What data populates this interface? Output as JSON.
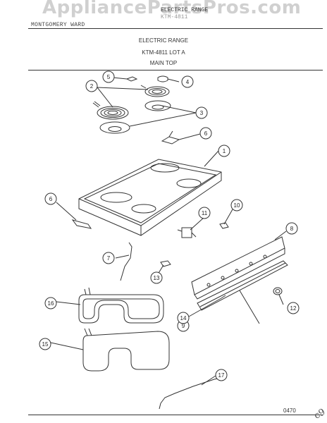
{
  "watermark": "AppliancePartsPros.com",
  "header": {
    "top_title_line1": "ELECTRIC RANGE",
    "top_title_line2": "KTM-4811",
    "company": "MONTGOMERY WARD"
  },
  "title": {
    "line1": "ELECTRIC RANGE",
    "line2": "KTM-4811 LOT A",
    "line3": "MAIN TOP"
  },
  "drawing_number": "0470",
  "corner_mark": "c9",
  "callouts": [
    {
      "label": "1",
      "part": "main-top"
    },
    {
      "label": "2",
      "part": "surface-element"
    },
    {
      "label": "3",
      "part": "drip-pan"
    },
    {
      "label": "4",
      "part": "element-receptacle"
    },
    {
      "label": "5",
      "part": "element-clip"
    },
    {
      "label": "6",
      "part": "top-hinge-clip"
    },
    {
      "label": "6",
      "part": "top-support-bracket"
    },
    {
      "label": "7",
      "part": "wire-bracket"
    },
    {
      "label": "8",
      "part": "control-panel"
    },
    {
      "label": "9",
      "part": "control-panel-trim"
    },
    {
      "label": "10",
      "part": "indicator-light"
    },
    {
      "label": "11",
      "part": "infinite-switch"
    },
    {
      "label": "12",
      "part": "control-knob"
    },
    {
      "label": "13",
      "part": "signal-lamp"
    },
    {
      "label": "14",
      "part": "screw"
    },
    {
      "label": "15",
      "part": "bake-element"
    },
    {
      "label": "16",
      "part": "broil-element"
    },
    {
      "label": "17",
      "part": "wire-harness"
    }
  ]
}
